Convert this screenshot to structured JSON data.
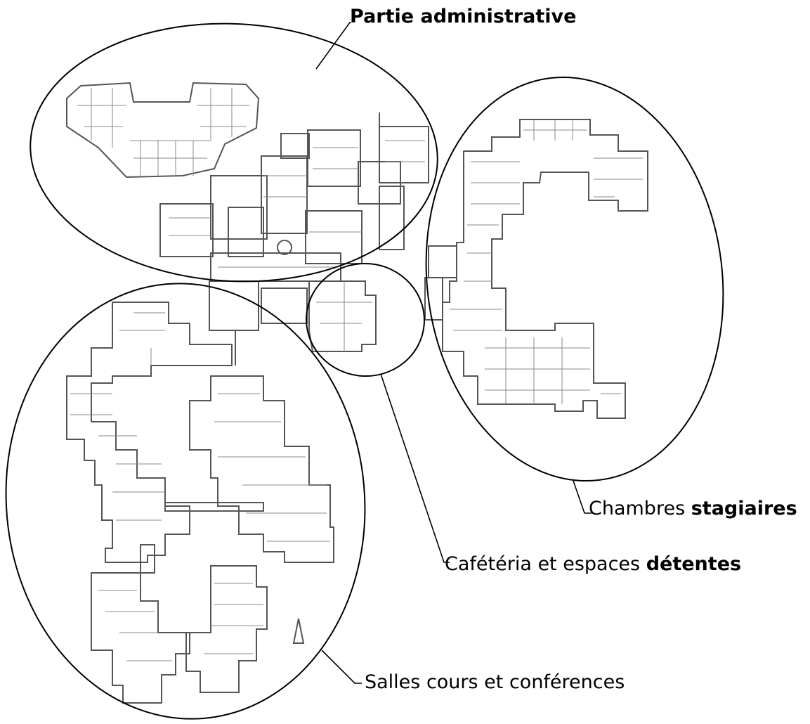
{
  "labels": {
    "admin": {
      "text": "Partie administrative"
    },
    "chambres": {
      "prefix": "Chambre",
      "middle": "s ",
      "bold": "stagiaires"
    },
    "cafeteria": {
      "prefix": "Cafétéria et espaces ",
      "bold": "détentes"
    },
    "salles": {
      "text": "Salles cours et conférences"
    }
  },
  "colors": {
    "outline": "#000000",
    "plan_lines": "#555555",
    "background": "#ffffff"
  }
}
